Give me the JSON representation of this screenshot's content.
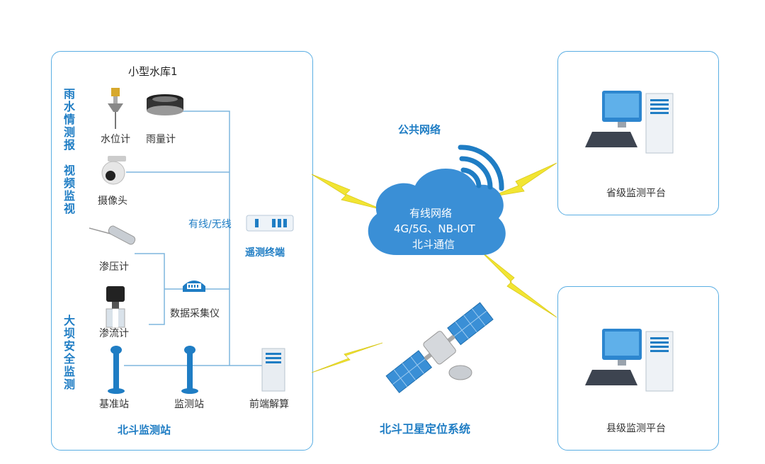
{
  "colors": {
    "accent": "#1f7dc4",
    "border": "#5aaee3",
    "line": "#7fb6dd",
    "lightning": "#f2e533",
    "cloud": "#3a8fd6"
  },
  "left_panel": {
    "title": "小型水库1",
    "section_rain": "雨水情测报",
    "section_video": "视频监视",
    "section_dam": "大坝安全监测",
    "water_level": "水位计",
    "rain_gauge": "雨量计",
    "camera": "摄像头",
    "link": "有线/无线",
    "rtu": "遥测终端",
    "piezometer": "渗压计",
    "data_logger": "数据采集仪",
    "seepage_meter": "渗流计",
    "base_station": "基准站",
    "monitor_station": "监测站",
    "front_solver": "前端解算",
    "beidou_station": "北斗监测站"
  },
  "center": {
    "public_net": "公共网络",
    "cloud_line1": "有线网络",
    "cloud_line2": "4G/5G、NB-IOT",
    "cloud_line3": "北斗通信",
    "satellite_system": "北斗卫星定位系统"
  },
  "right": {
    "province": "省级监测平台",
    "county": "县级监测平台"
  }
}
